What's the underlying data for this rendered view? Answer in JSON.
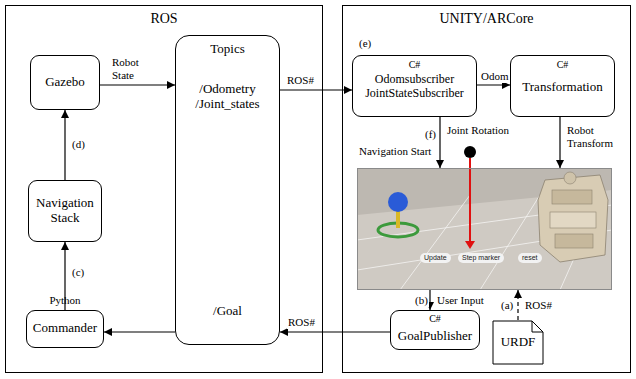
{
  "diagram": {
    "nodes": [
      {
        "text": [
          "ROS"
        ]
      },
      {
        "text": [
          "Gazebo"
        ],
        "in": 0
      },
      {
        "text": [
          "Topics",
          "/Odometry /Joint_states",
          "/Goal"
        ],
        "in": 0
      },
      {
        "text": [
          "Navigation Stack"
        ],
        "in": 0
      },
      {
        "text": [
          "Python",
          "Commander"
        ],
        "in": 0
      },
      {
        "text": [
          "UNITY/ARCore"
        ]
      },
      {
        "text": [
          "C#",
          "Odomsubscriber JointStateSubscriber"
        ],
        "in": 5
      },
      {
        "text": [
          "C#",
          "Transformation"
        ],
        "in": 5
      },
      {
        "text": [
          "Update",
          "Step marker",
          "reset"
        ],
        "in": 5
      },
      {
        "text": [
          "C#",
          "GoalPublisher"
        ],
        "in": 5
      },
      {
        "text": [
          "URDF"
        ],
        "in": 5
      }
    ],
    "edges": [
      {
        "from": 1,
        "to": 2,
        "label": "Robot State",
        "arrow": "to"
      },
      {
        "from": 3,
        "to": 1,
        "arrow": "to"
      },
      {
        "from": 4,
        "to": 3,
        "arrow": "to"
      },
      {
        "from": 2,
        "to": 6,
        "label": "ROS#",
        "arrow": "to"
      },
      {
        "from": 6,
        "to": 7,
        "label": "Odom",
        "arrow": "to"
      },
      {
        "from": 6,
        "to": 8,
        "label": "Joint Rotation",
        "arrow": "to"
      },
      {
        "from": 7,
        "to": 8,
        "label": "Robot Transform",
        "arrow": "to"
      },
      {
        "from": 8,
        "to": 9,
        "label": "User Input",
        "arrow": "to"
      },
      {
        "from": 9,
        "to": 2,
        "label": "ROS#",
        "arrow": "to"
      },
      {
        "from": 2,
        "to": 4,
        "arrow": "to"
      },
      {
        "from": 10,
        "to": 8,
        "label": "ROS#",
        "arrow": "to"
      }
    ],
    "labels": [
      "(d)",
      "(c)",
      "(e)",
      "(f)",
      "Navigation Start",
      "(b)",
      "(a)"
    ]
  }
}
